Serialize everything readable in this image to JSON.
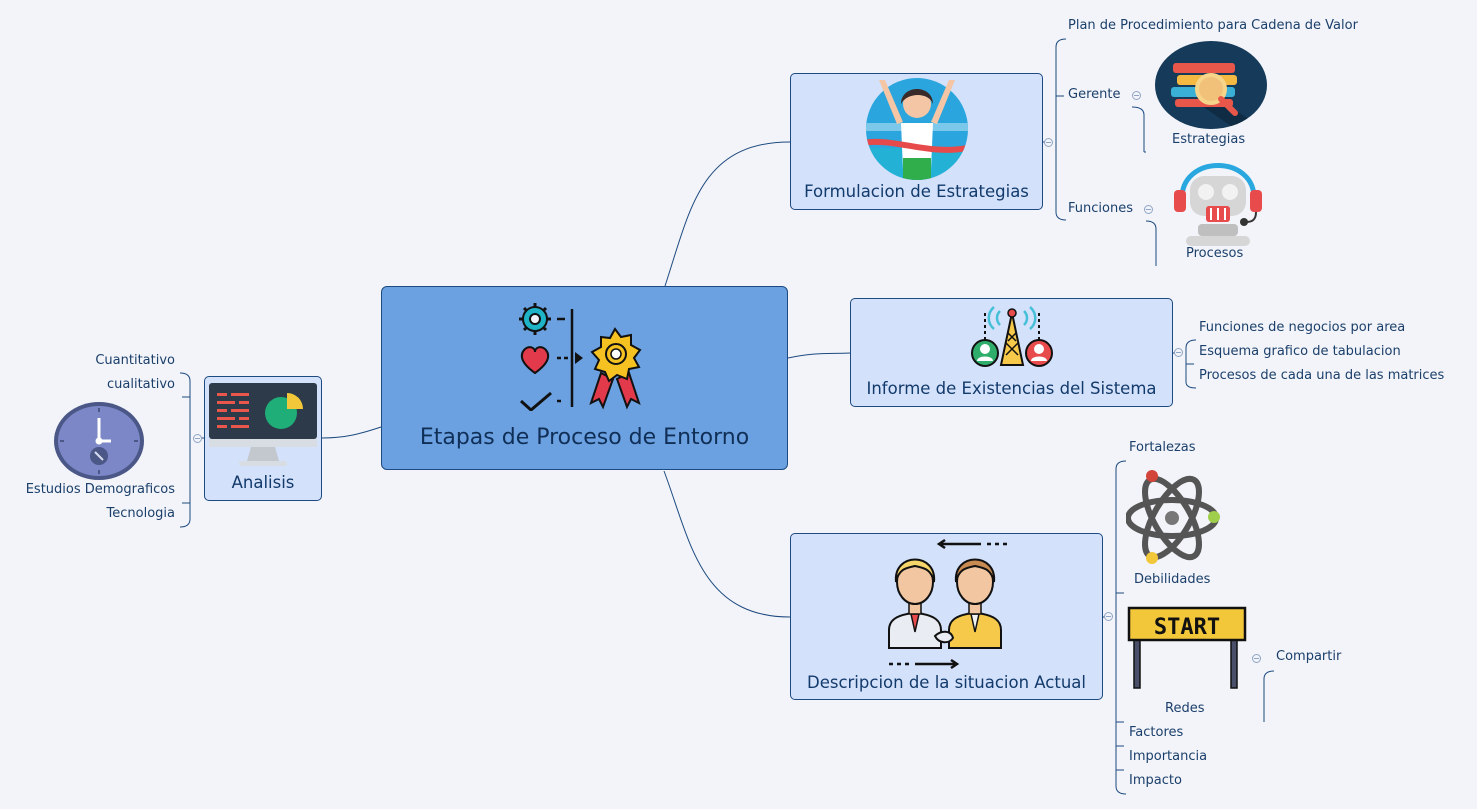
{
  "central": {
    "label": "Etapas de Proceso de Entorno"
  },
  "branches": {
    "formulacion": {
      "label": "Formulacion de Estrategias",
      "children": {
        "plan": "Plan de Procedimiento para Cadena de Valor",
        "gerente": "Gerente",
        "gerente_child": "Estrategias",
        "funciones": "Funciones",
        "funciones_child": "Procesos"
      }
    },
    "informe": {
      "label": "Informe de Existencias del Sistema",
      "children": [
        "Funciones de negocios por area",
        "Esquema grafico de tabulacion",
        "Procesos de cada una de las matrices"
      ]
    },
    "descripcion": {
      "label": "Descripcion de la situacion Actual",
      "children": {
        "fortalezas": "Fortalezas",
        "debilidades": "Debilidades",
        "start_sign": "START",
        "redes": "Redes",
        "redes_child": "Compartir",
        "factores": "Factores",
        "importancia": "Importancia",
        "impacto": "Impacto"
      }
    },
    "analisis": {
      "label": "Analisis",
      "children": {
        "cuantitativo": "Cuantitativo",
        "cualitativo": "cualitativo",
        "demograficos": "Estudios Demograficos",
        "tecnologia": "Tecnologia"
      }
    }
  },
  "colors": {
    "background": "#f2f4f9",
    "central_fill": "#6ba1e1",
    "node_fill": "#d3e1fb",
    "line": "#1d4a80",
    "text": "#123a6b"
  }
}
